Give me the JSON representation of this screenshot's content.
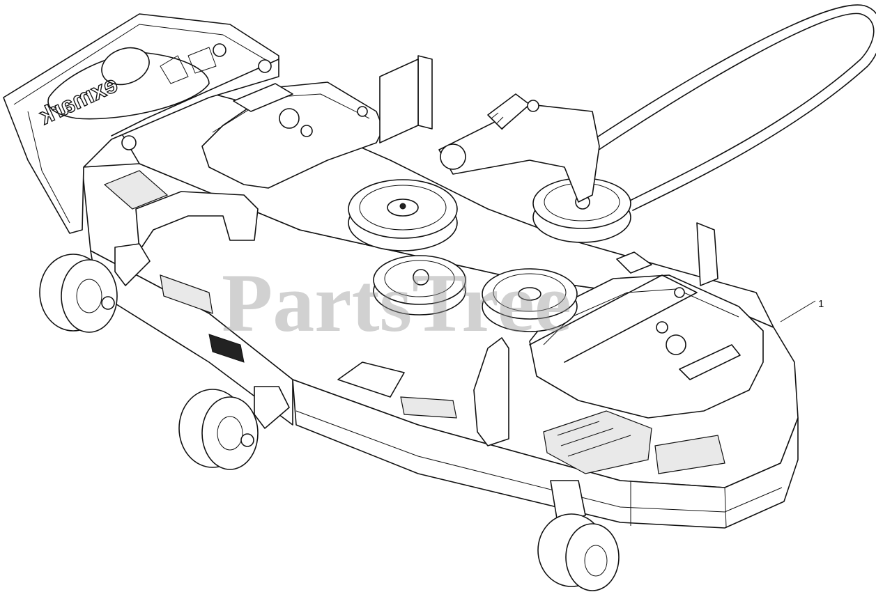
{
  "diagram": {
    "watermark": "PartsTree",
    "brand_logo": "exmark",
    "callouts": [
      {
        "number": "1",
        "part": "mower-deck-assembly"
      }
    ]
  }
}
